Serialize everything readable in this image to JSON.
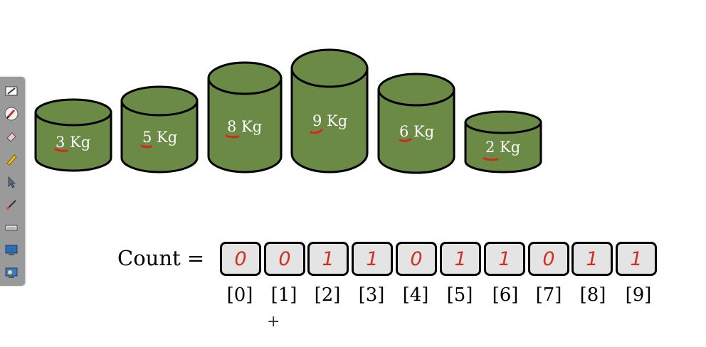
{
  "toolbar": {
    "tools": [
      {
        "icon": "whiteboard-pen-icon"
      },
      {
        "icon": "pen-active-icon"
      },
      {
        "icon": "eraser-icon"
      },
      {
        "icon": "highlighter-icon"
      },
      {
        "icon": "select-arrow-icon"
      },
      {
        "icon": "laser-pointer-icon"
      },
      {
        "icon": "keyboard-icon"
      },
      {
        "icon": "screen-capture-icon"
      },
      {
        "icon": "screen-share-icon"
      }
    ]
  },
  "weights": [
    {
      "label": "3 Kg",
      "digit": "3"
    },
    {
      "label": "5 Kg",
      "digit": "5"
    },
    {
      "label": "8 Kg",
      "digit": "8"
    },
    {
      "label": "9 Kg",
      "digit": "9"
    },
    {
      "label": "6 Kg",
      "digit": "6"
    },
    {
      "label": "2 Kg",
      "digit": "2"
    }
  ],
  "count": {
    "label": "Count =",
    "values": [
      "0",
      "0",
      "1",
      "1",
      "0",
      "1",
      "1",
      "0",
      "1",
      "1"
    ],
    "indices": [
      "[0]",
      "[1]",
      "[2]",
      "[3]",
      "[4]",
      "[5]",
      "[6]",
      "[7]",
      "[8]",
      "[9]"
    ]
  },
  "annotation": {
    "plus": "+"
  },
  "colors": {
    "cylinder_fill": "#6a8a45",
    "cylinder_outline": "#000000",
    "underline": "#d22a1c",
    "count_digit": "#d2301e",
    "cell_fill": "#e4e4e4",
    "toolbar_bg": "#9a9a9a"
  }
}
